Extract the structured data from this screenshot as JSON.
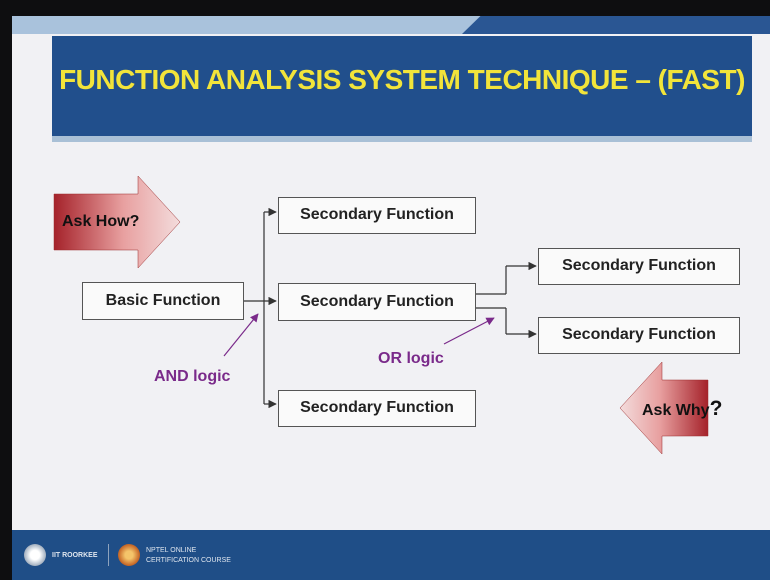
{
  "title": "FUNCTION ANALYSIS SYSTEM TECHNIQUE – (FAST)",
  "diagram": {
    "basic_function": "Basic Function",
    "secondary": [
      "Secondary Function",
      "Secondary Function",
      "Secondary Function",
      "Secondary Function",
      "Secondary Function"
    ],
    "ask_how": "Ask How?",
    "ask_why": "Ask Why",
    "ask_why_mark": "?",
    "and_logic": "AND logic",
    "or_logic": "OR logic"
  },
  "footer": {
    "institute": "IIT ROORKEE",
    "course_line1": "NPTEL ONLINE",
    "course_line2": "CERTIFICATION COURSE"
  },
  "colors": {
    "title": "#f2e43a",
    "banner": "#214f8c",
    "logic_label": "#7a2a8a",
    "arrow": "#d94b4b"
  }
}
